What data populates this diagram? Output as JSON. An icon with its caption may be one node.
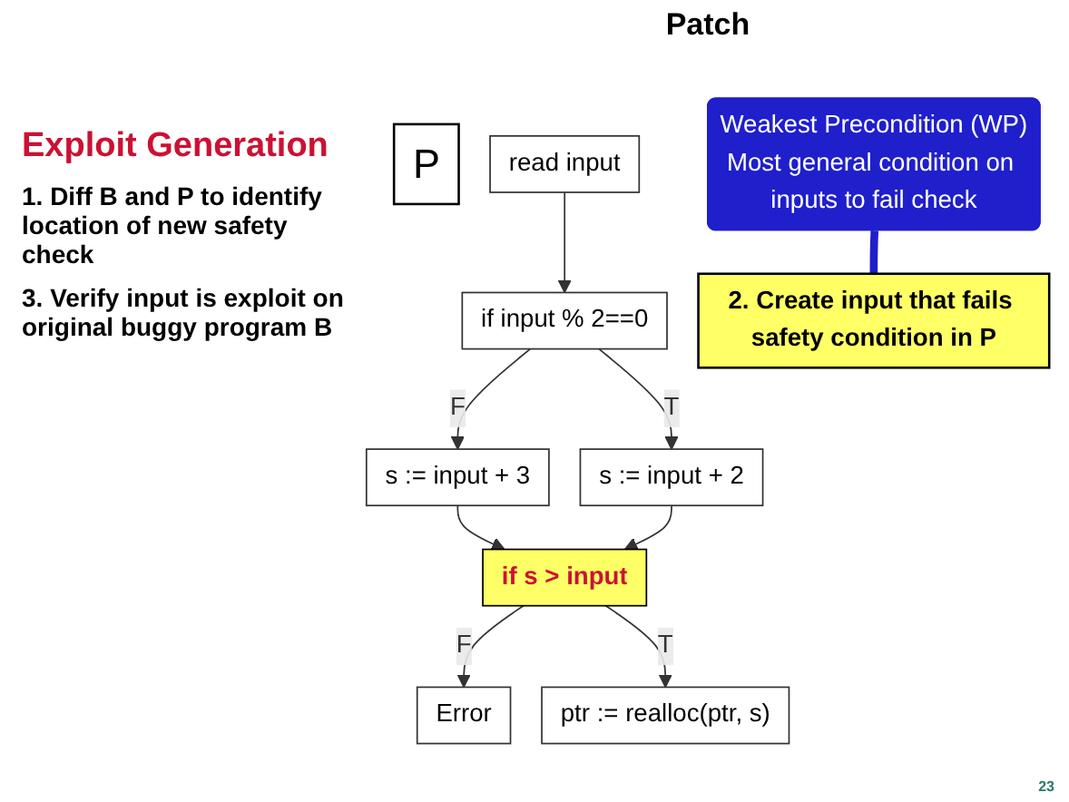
{
  "diagram": {
    "nodes": [
      {
        "text": [
          "P"
        ]
      },
      {
        "text": [
          "read input"
        ]
      },
      {
        "text": [
          "if input % 2==0"
        ]
      },
      {
        "text": [
          "s := input + 3"
        ]
      },
      {
        "text": [
          "s := input + 2"
        ]
      },
      {
        "text": [
          "if s > input"
        ]
      },
      {
        "text": [
          "Error"
        ]
      },
      {
        "text": [
          "ptr := realloc(ptr, s)"
        ]
      },
      {
        "text": [
          "2. Create input that fails safety condition in P"
        ]
      },
      {
        "text": [
          "Weakest Precondition (WP)",
          "Most general condition on inputs to fail check"
        ]
      }
    ],
    "edges": [
      {
        "from": 1,
        "to": 2,
        "arrow": "to"
      },
      {
        "from": 2,
        "to": 3,
        "label": "F",
        "arrow": "to"
      },
      {
        "from": 2,
        "to": 4,
        "label": "T",
        "arrow": "to"
      },
      {
        "from": 3,
        "to": 5,
        "arrow": "to"
      },
      {
        "from": 4,
        "to": 5,
        "arrow": "to"
      },
      {
        "from": 5,
        "to": 6,
        "label": "F",
        "arrow": "to"
      },
      {
        "from": 5,
        "to": 7,
        "label": "T",
        "arrow": "to"
      },
      {
        "from": 9,
        "to": 8,
        "arrow": "none",
        "style": "thick",
        "color": "#1f1fcc"
      }
    ],
    "labels": [
      "Patch",
      "Exploit Generation",
      "1. Diff B and P to identify location of new safety check",
      "3. Verify input is exploit on original buggy program B",
      "23"
    ]
  }
}
